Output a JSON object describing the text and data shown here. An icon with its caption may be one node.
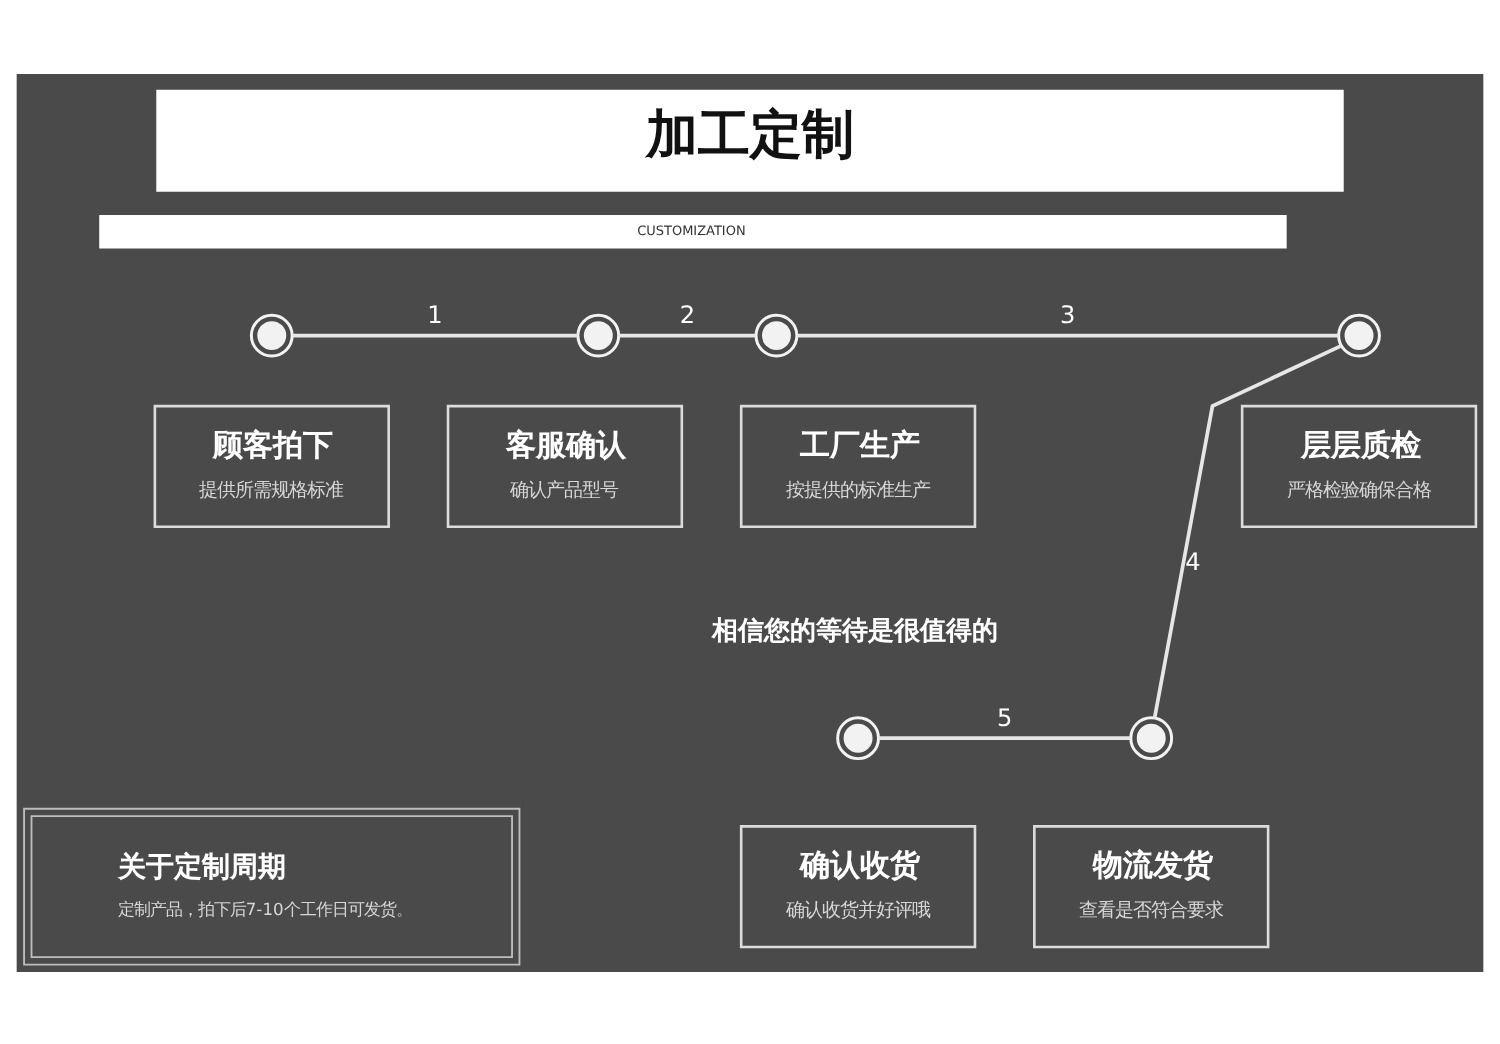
{
  "diagram": {
    "title": "加工定制",
    "nodes": [
      {
        "text": [],
        "shape": "circle"
      },
      {
        "text": [],
        "shape": "circle"
      },
      {
        "text": [],
        "shape": "circle"
      },
      {
        "text": [],
        "shape": "circle"
      },
      {
        "text": [
          "顾客拍下",
          "提供所需规格标准"
        ]
      },
      {
        "text": [
          "客服确认",
          "确认产品型号"
        ]
      },
      {
        "text": [
          "工厂生产",
          "按提供的标准生产"
        ]
      },
      {
        "text": [
          "层层质检",
          "严格检验确保合格"
        ]
      },
      {
        "text": [],
        "shape": "circle"
      },
      {
        "text": [],
        "shape": "circle"
      },
      {
        "text": [
          "关于定制周期",
          "定制产品，拍下后7-10个工作日可发货。"
        ]
      },
      {
        "text": [
          "确认收货",
          "确认收货并好评哦"
        ]
      },
      {
        "text": [
          "物流发货",
          "查看是否符合要求"
        ]
      }
    ],
    "edges": [
      {
        "from": 0,
        "to": 1,
        "arrow": "none",
        "label": "1"
      },
      {
        "from": 1,
        "to": 2,
        "arrow": "none",
        "label": "2"
      },
      {
        "from": 2,
        "to": 3,
        "arrow": "none",
        "label": "3"
      },
      {
        "from": 3,
        "to": 9,
        "arrow": "none",
        "label": "4"
      },
      {
        "from": 9,
        "to": 8,
        "arrow": "none",
        "label": "5"
      }
    ],
    "labels": [
      "CUSTOMIZATION",
      "相信您的等待是很值得的"
    ]
  }
}
